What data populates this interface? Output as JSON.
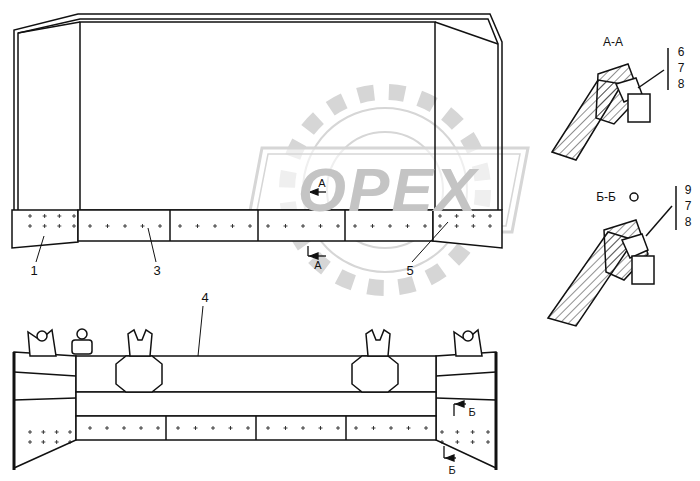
{
  "diagram": {
    "labels": [
      "A-A",
      "6",
      "7",
      "8",
      "Б-Б",
      "9",
      "7",
      "8",
      "A",
      "A",
      "1",
      "3",
      "4",
      "5",
      "Б",
      "Б",
      "OPEX"
    ]
  }
}
